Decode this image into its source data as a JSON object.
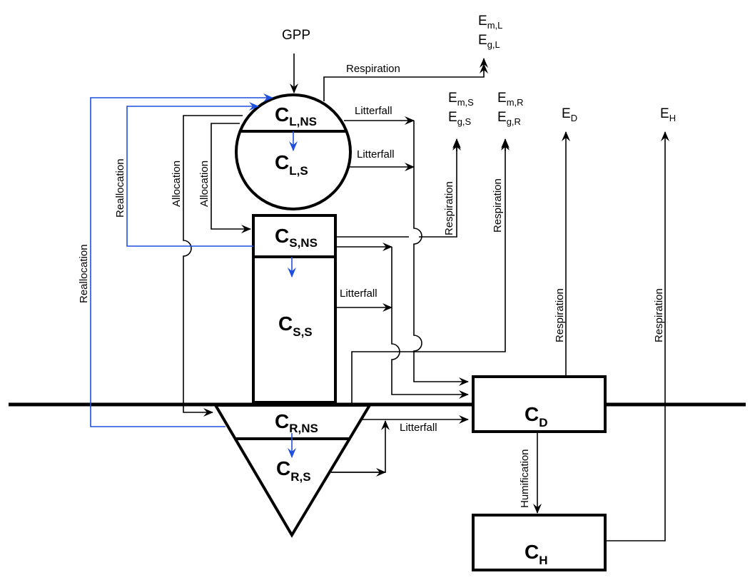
{
  "diagram": {
    "input": {
      "label": "GPP"
    },
    "pools": {
      "leaf_ns": {
        "main": "C",
        "sub": "L,NS"
      },
      "leaf_s": {
        "main": "C",
        "sub": "L,S"
      },
      "stem_ns": {
        "main": "C",
        "sub": "S,NS"
      },
      "stem_s": {
        "main": "C",
        "sub": "S,S"
      },
      "root_ns": {
        "main": "C",
        "sub": "R,NS"
      },
      "root_s": {
        "main": "C",
        "sub": "R,S"
      },
      "debris": {
        "main": "C",
        "sub": "D"
      },
      "humus": {
        "main": "C",
        "sub": "H"
      }
    },
    "emissions": {
      "leaf_m": {
        "main": "E",
        "sub": "m,L"
      },
      "leaf_g": {
        "main": "E",
        "sub": "g,L"
      },
      "stem_m": {
        "main": "E",
        "sub": "m,S"
      },
      "stem_g": {
        "main": "E",
        "sub": "g,S"
      },
      "root_m": {
        "main": "E",
        "sub": "m,R"
      },
      "root_g": {
        "main": "E",
        "sub": "g,R"
      },
      "debris": {
        "main": "E",
        "sub": "D"
      },
      "humus": {
        "main": "E",
        "sub": "H"
      }
    },
    "flows": {
      "respiration_leaf": "Respiration",
      "respiration_stem": "Respiration",
      "respiration_root": "Respiration",
      "respiration_debris": "Respiration",
      "respiration_humus": "Respiration",
      "litterfall_leaf_ns": "Litterfall",
      "litterfall_leaf_s": "Litterfall",
      "litterfall_stem_s": "Litterfall",
      "litterfall_root": "Litterfall",
      "allocation_stem": "Allocation",
      "allocation_root": "Allocation",
      "reallocation_stem": "Reallocation",
      "reallocation_root": "Reallocation",
      "humification": "Humification"
    },
    "colors": {
      "flow": "#000000",
      "reallocation": "#1f4fe0"
    }
  }
}
